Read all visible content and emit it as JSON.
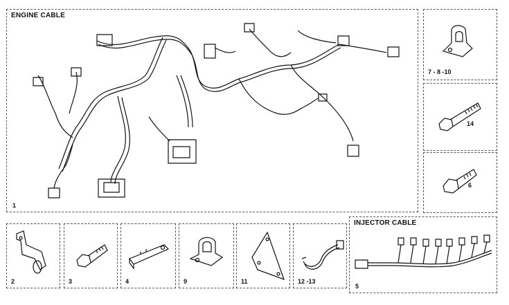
{
  "panels": {
    "engine_cable": {
      "title": "ENGINE CABLE",
      "ref": "1"
    },
    "clip": {
      "ref": "7 - 8 -10"
    },
    "bolt_long": {
      "ref": "14"
    },
    "bolt_short": {
      "ref": "6"
    },
    "bracket_2": {
      "ref": "2"
    },
    "screw_3": {
      "ref": "3"
    },
    "strip_4": {
      "ref": "4"
    },
    "clamp_9": {
      "ref": "9"
    },
    "plate_11": {
      "ref": "11"
    },
    "cable_12_13": {
      "ref": "12 -13"
    },
    "injector_cable": {
      "title": "INJECTOR CABLE",
      "ref": "5"
    }
  }
}
